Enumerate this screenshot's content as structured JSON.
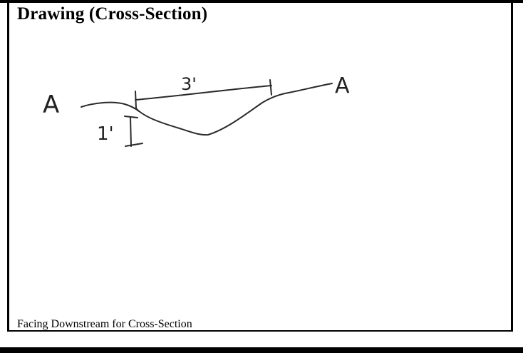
{
  "form": {
    "title": "Drawing (Cross-Section)",
    "caption": "Facing Downstream for Cross-Section"
  },
  "sketch": {
    "left_marker": "A",
    "right_marker": "A",
    "width_label": "3'",
    "depth_label": "1'"
  }
}
